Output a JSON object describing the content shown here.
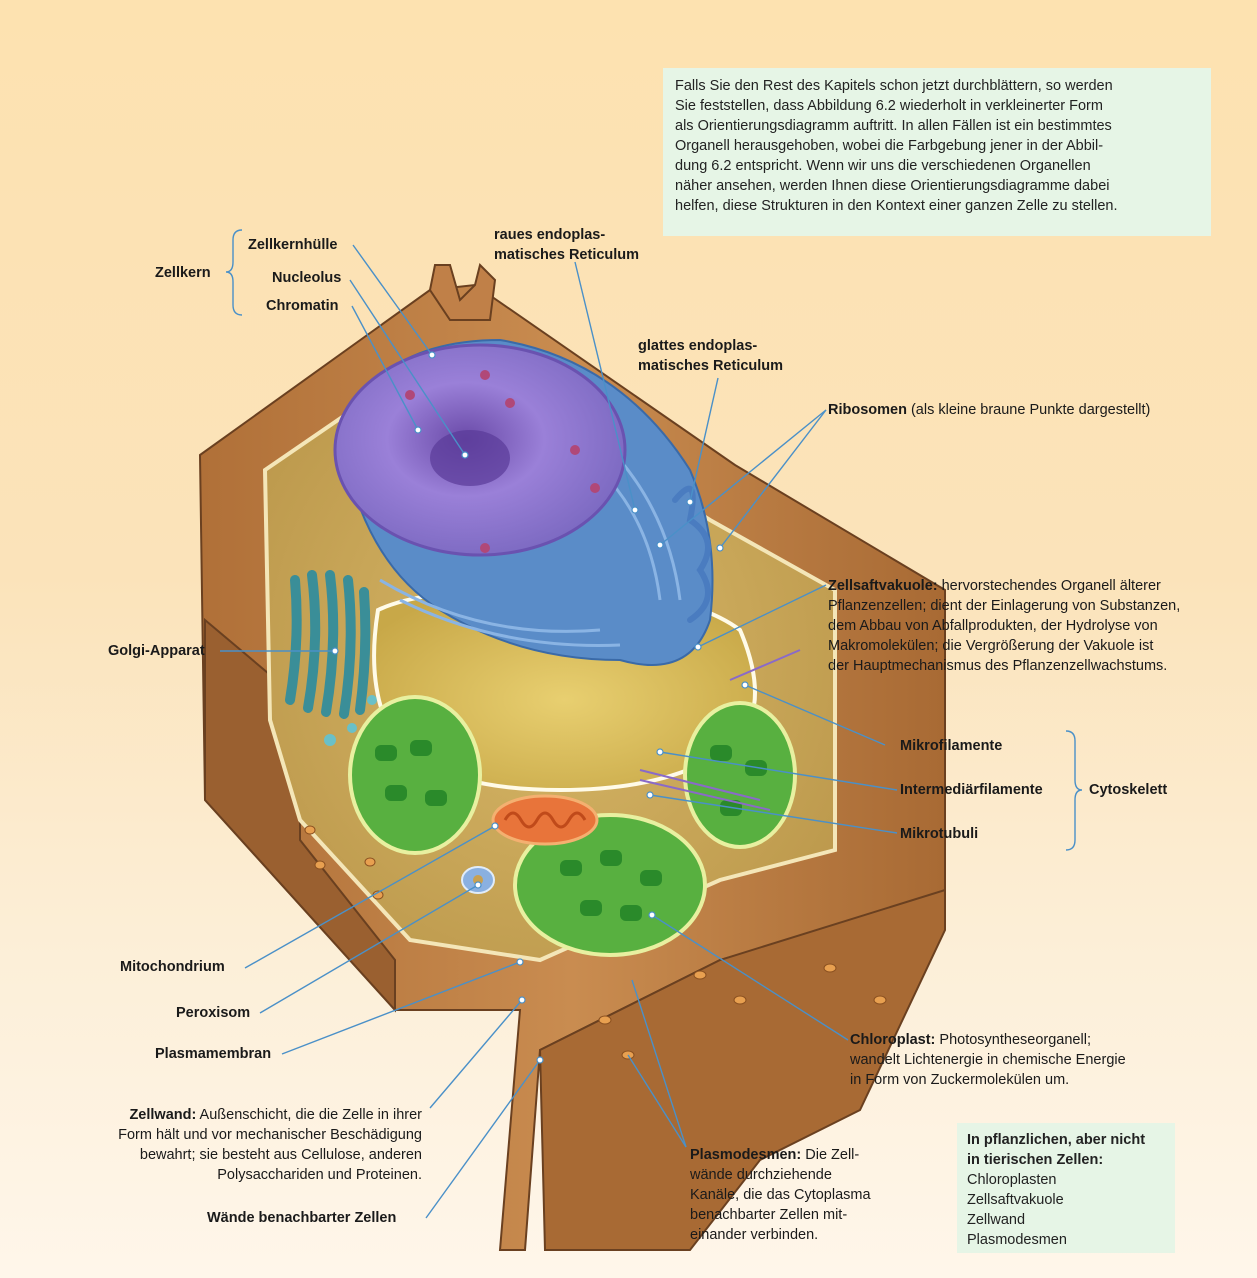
{
  "note": {
    "lines": [
      "Falls Sie den Rest des Kapitels schon jetzt durchblättern, so werden",
      "Sie feststellen, dass Abbildung 6.2 wiederholt in verkleinerter Form",
      "als Orientierungsdiagramm auftritt. In allen Fällen ist ein bestimmtes",
      "Organell herausgehoben, wobei die Farbgebung jener in der Abbil-",
      "dung 6.2 entspricht. Wenn wir uns die verschiedenen Organellen",
      "näher ansehen, werden Ihnen diese Orientierungsdiagramme dabei",
      "helfen, diese Strukturen in den Kontext einer ganzen Zelle zu stellen."
    ]
  },
  "labels": {
    "zellkern": "Zellkern",
    "zellkernhuelle": "Zellkernhülle",
    "nucleolus": "Nucleolus",
    "chromatin": "Chromatin",
    "raues_er": [
      "raues endoplas-",
      "matisches Reticulum"
    ],
    "glattes_er": [
      "glattes endoplas-",
      "matisches Reticulum"
    ],
    "ribosomen_bold": "Ribosomen",
    "ribosomen_rest": " (als kleine braune Punkte dargestellt)",
    "golgi": "Golgi-Apparat",
    "vakuole_bold": "Zellsaftvakuole:",
    "vakuole_lines": [
      " hervorstechendes Organell älterer",
      "Pflanzenzellen; dient der Einlagerung von Substanzen,",
      "dem Abbau von Abfallprodukten, der Hydrolyse von",
      "Makromolekülen; die Vergrößerung der Vakuole ist",
      "der Hauptmechanismus des Pflanzenzellwachstums."
    ],
    "mikrofilamente": "Mikrofilamente",
    "intermediaer": "Intermediärfilamente",
    "mikrotubuli": "Mikrotubuli",
    "cytoskelett": "Cytoskelett",
    "mitochondrium": "Mitochondrium",
    "peroxisom": "Peroxisom",
    "plasmamembran": "Plasmamembran",
    "zellwand_bold": "Zellwand:",
    "zellwand_lines": [
      " Außenschicht, die die Zelle in ihrer",
      "Form hält und vor mechanischer Beschädigung",
      "bewahrt; sie besteht aus Cellulose, anderen",
      "Polysacchariden und Proteinen."
    ],
    "waende": "Wände benachbarter Zellen",
    "chloroplast_bold": "Chloroplast:",
    "chloroplast_lines": [
      " Photosyntheseorganell;",
      "wandelt Lichtenergie in chemische Energie",
      "in Form von Zuckermolekülen um."
    ],
    "plasmodesmen_bold": "Plasmodesmen:",
    "plasmodesmen_lines": [
      " Die Zell-",
      "wände durchziehende",
      "Kanäle, die das Cytoplasma",
      "benachbarter Zellen mit-",
      "einander verbinden."
    ]
  },
  "plant_box": {
    "title_lines": [
      "In pflanzlichen, aber nicht",
      "in tierischen Zellen:"
    ],
    "items": [
      "Chloroplasten",
      "Zellsaftvakuole",
      "Zellwand",
      "Plasmodesmen"
    ]
  },
  "colors": {
    "leader": "#4a90c8",
    "wall": "#b57a40",
    "nucleus": "#8a70c8",
    "er": "#5a8cc8",
    "golgi": "#5ab0b8",
    "chloroplast": "#3aa83a",
    "note_bg": "#e6f5e6"
  }
}
